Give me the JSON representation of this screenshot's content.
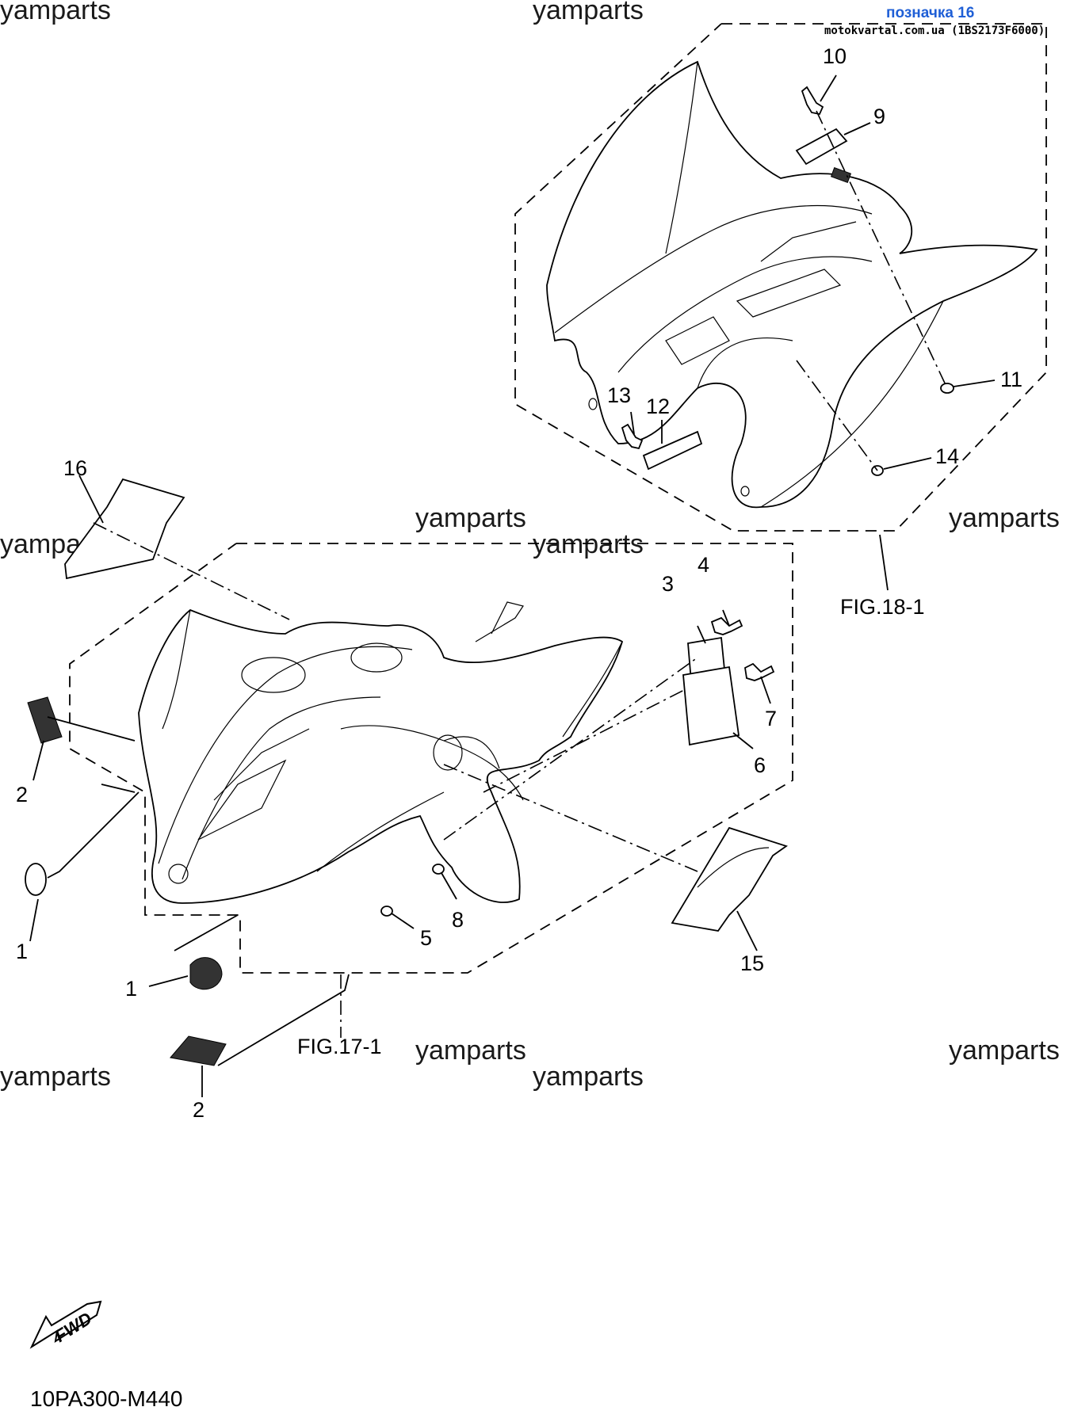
{
  "header": {
    "link_text": "позначка 16",
    "source_text": "motokvartal.com.ua (1BS2173F6000)"
  },
  "watermark": "yamparts",
  "figures": {
    "rear": "FIG.18-1",
    "front": "FIG.17-1"
  },
  "callouts": [
    "1",
    "2",
    "3",
    "4",
    "5",
    "6",
    "7",
    "8",
    "9",
    "10",
    "11",
    "12",
    "13",
    "14",
    "15",
    "16"
  ],
  "fwd_label": "FWD",
  "reference_code": "10PA300-M440"
}
